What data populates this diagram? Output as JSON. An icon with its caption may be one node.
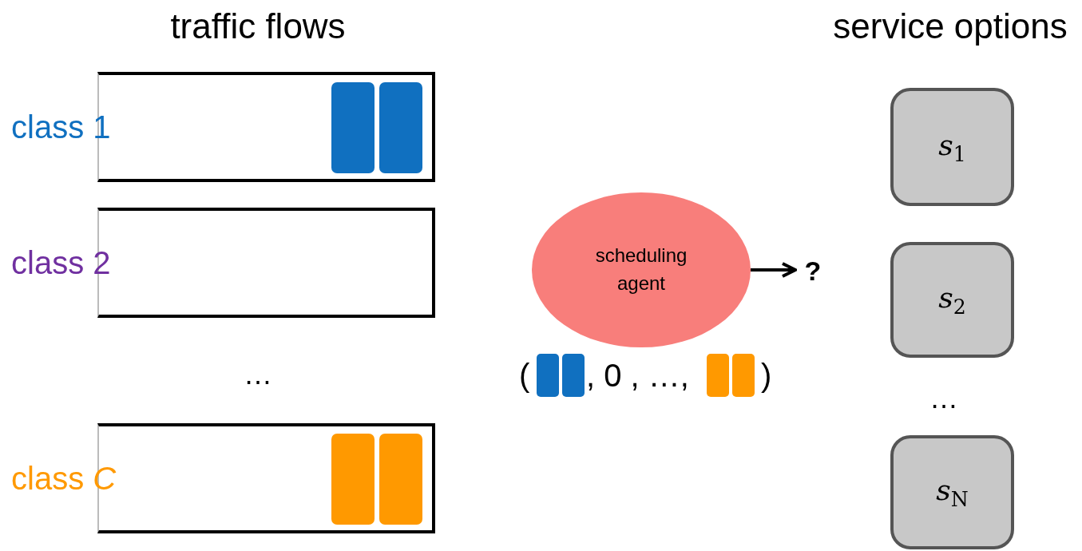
{
  "diagram": {
    "nodes": [
      {
        "text": [
          "class 1"
        ]
      },
      {
        "text": [
          "class 2"
        ]
      },
      {
        "text": [
          "class *C*"
        ]
      },
      {
        "text": [
          "scheduling agent"
        ]
      },
      {
        "text": [
          "?"
        ]
      },
      {
        "text": [
          "*s*$_{1}$"
        ]
      },
      {
        "text": [
          "*s*$_{2}$"
        ]
      },
      {
        "text": [
          "*s*$_{N}$"
        ]
      }
    ],
    "edges": [
      {
        "from": 3,
        "to": 4,
        "arrow": "to"
      }
    ],
    "labels": [
      "traffic flows",
      "service options",
      "…",
      "(",
      ", 0 , …,",
      ")",
      "…"
    ]
  }
}
